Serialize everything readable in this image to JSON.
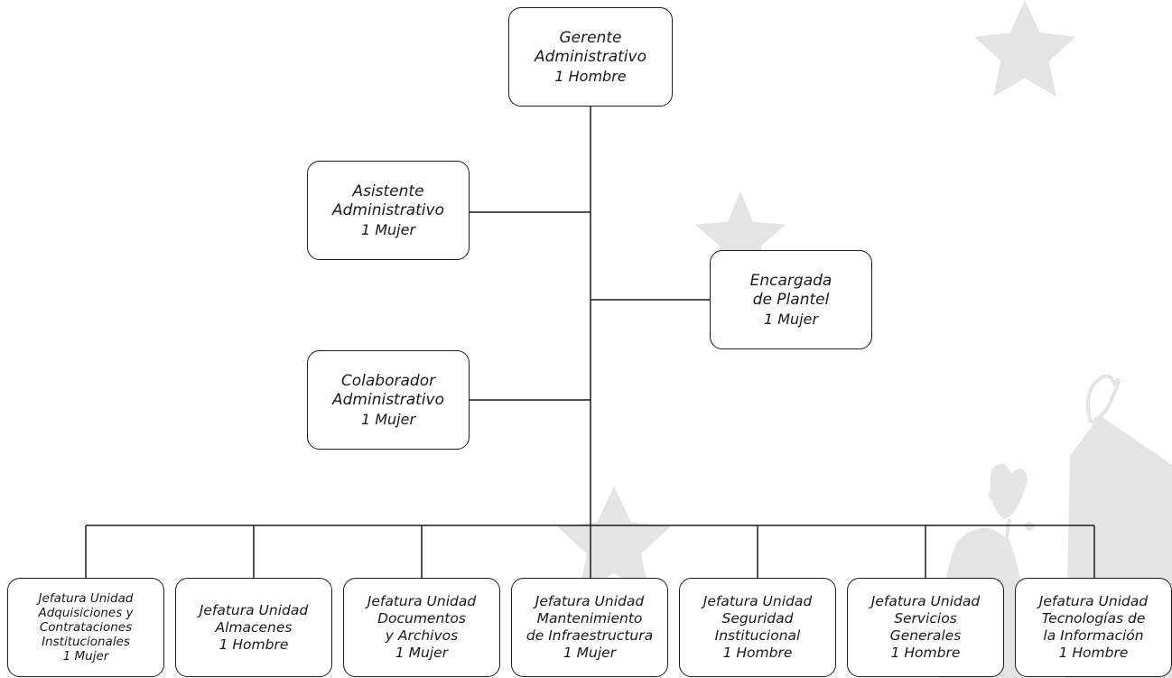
{
  "colors": {
    "line": "#1a1a1a",
    "decoration": "#e4e4e4"
  },
  "nodes": {
    "gerente": {
      "title": [
        "Gerente",
        "Administrativo"
      ],
      "count": "1 Hombre"
    },
    "asistente": {
      "title": [
        "Asistente",
        "Administrativo"
      ],
      "count": "1 Mujer"
    },
    "encargada": {
      "title": [
        "Encargada",
        "de Plantel"
      ],
      "count": "1 Mujer"
    },
    "colaborador": {
      "title": [
        "Colaborador",
        "Administrativo"
      ],
      "count": "1 Mujer"
    },
    "adquisiciones": {
      "title": [
        "Jefatura Unidad",
        "Adquisiciones y",
        "Contrataciones",
        "Institucionales"
      ],
      "count": "1 Mujer"
    },
    "almacenes": {
      "title": [
        "Jefatura Unidad",
        "Almacenes"
      ],
      "count": "1 Hombre"
    },
    "documentos": {
      "title": [
        "Jefatura Unidad",
        "Documentos",
        "y Archivos"
      ],
      "count": "1 Mujer"
    },
    "mantenimiento": {
      "title": [
        "Jefatura Unidad",
        "Mantenimiento",
        "de Infraestructura"
      ],
      "count": "1 Mujer"
    },
    "seguridad": {
      "title": [
        "Jefatura Unidad",
        "Seguridad",
        "Institucional"
      ],
      "count": "1 Hombre"
    },
    "servicios": {
      "title": [
        "Jefatura Unidad",
        "Servicios",
        "Generales"
      ],
      "count": "1 Hombre"
    },
    "tecnologias": {
      "title": [
        "Jefatura Unidad",
        "Tecnologías de",
        "la Información"
      ],
      "count": "1 Hombre"
    }
  }
}
